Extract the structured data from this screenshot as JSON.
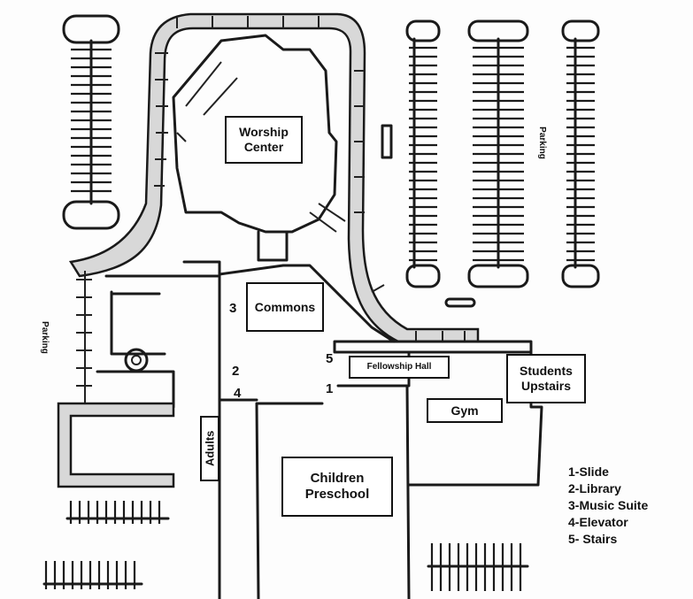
{
  "map": {
    "buildings": {
      "worship_center": "Worship\nCenter",
      "commons": "Commons",
      "fellowship_hall": "Fellowship Hall",
      "students_upstairs": "Students\nUpstairs",
      "gym": "Gym",
      "children_preschool": "Children\nPreschool",
      "adults": "Adults"
    },
    "parking_labels": {
      "east": "Parking",
      "west": "Parking"
    },
    "markers": {
      "slide": "1",
      "library": "2",
      "music_suite": "3",
      "elevator": "4",
      "stairs": "5"
    },
    "legend": [
      "1-Slide",
      "2-Library",
      "3-Music Suite",
      "4-Elevator",
      "5- Stairs"
    ]
  }
}
